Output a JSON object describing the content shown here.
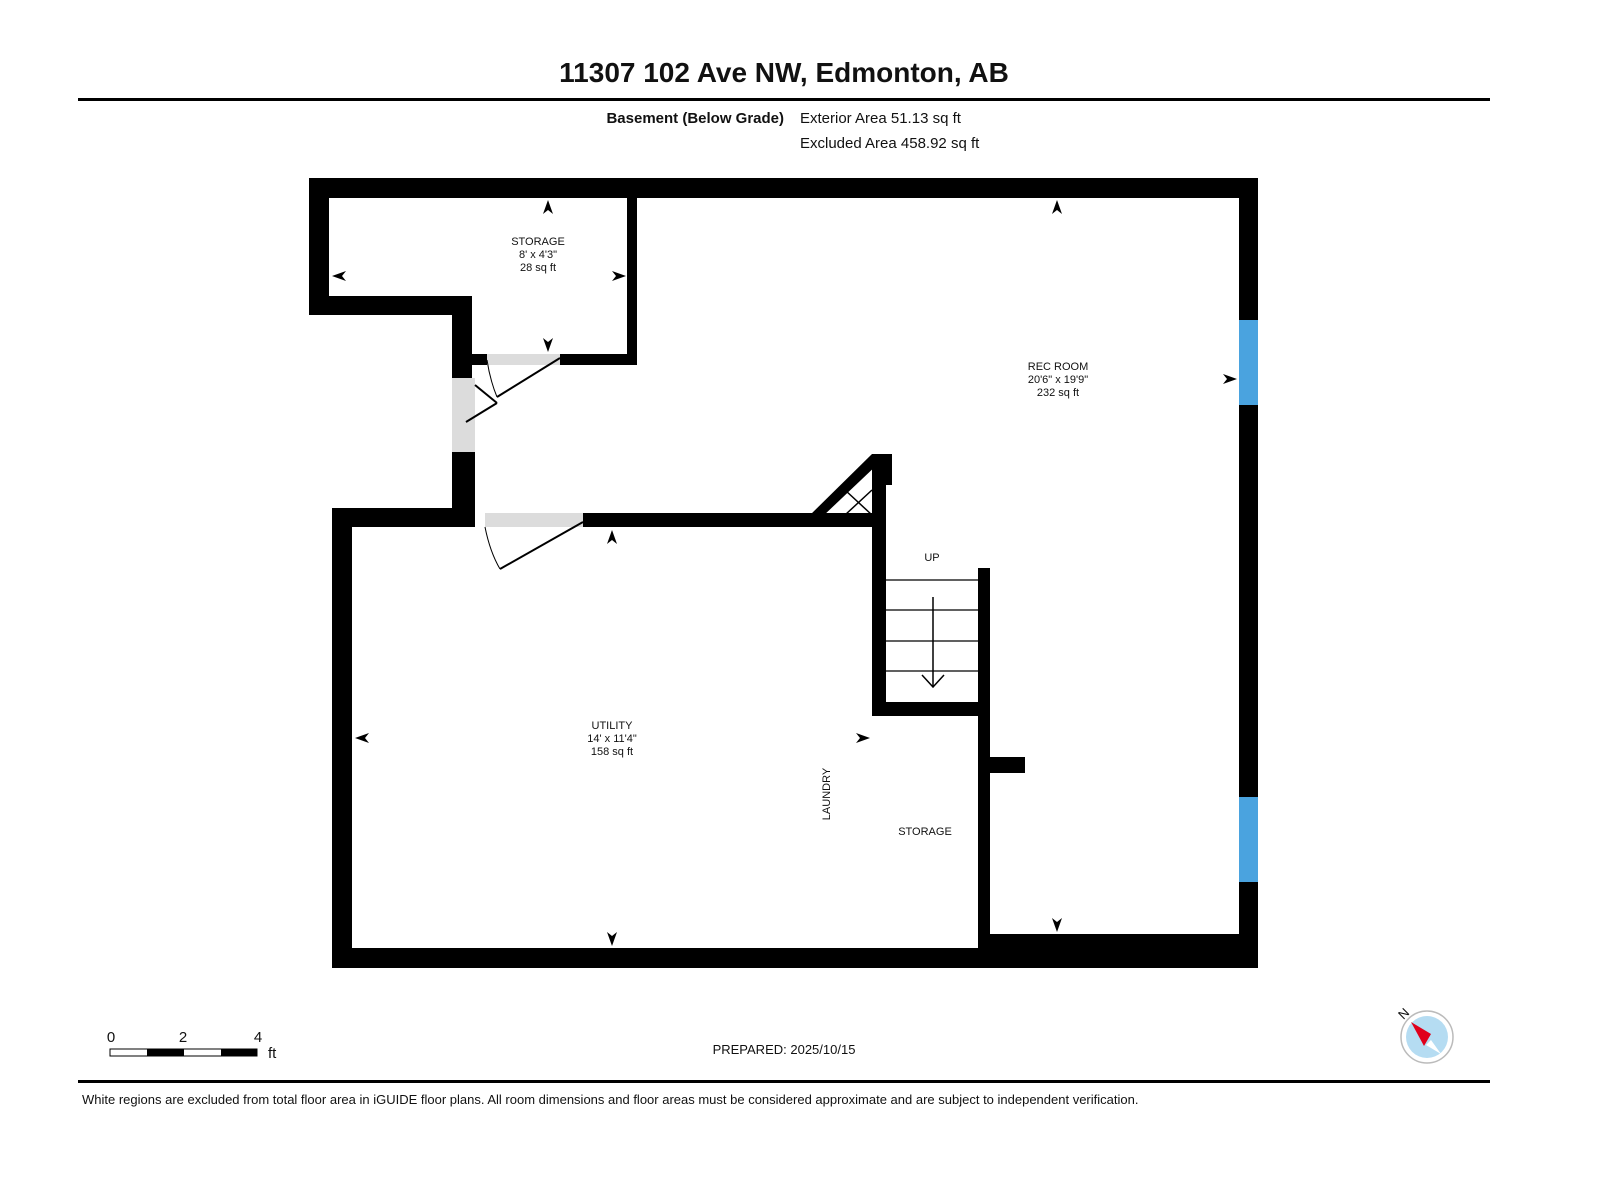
{
  "title": "11307 102 Ave NW, Edmonton, AB",
  "floor": {
    "name": "Basement (Below Grade)",
    "exterior_area": "Exterior Area 51.13 sq ft",
    "excluded_area": "Excluded Area 458.92 sq ft"
  },
  "rooms": {
    "storage1": {
      "name": "STORAGE",
      "dims": "8' x 4'3\"",
      "area": "28 sq ft"
    },
    "rec_room": {
      "name": "REC ROOM",
      "dims": "20'6\" x 19'9\"",
      "area": "232 sq ft"
    },
    "utility": {
      "name": "UTILITY",
      "dims": "14' x 11'4\"",
      "area": "158 sq ft"
    },
    "laundry": {
      "name": "LAUNDRY"
    },
    "storage2": {
      "name": "STORAGE"
    },
    "stairs": {
      "label": "UP"
    }
  },
  "scale": {
    "ticks": [
      "0",
      "2",
      "4"
    ],
    "unit": "ft"
  },
  "prepared": "PREPARED: 2025/10/15",
  "compass": {
    "label": "N"
  },
  "footer": "White regions are excluded from total floor area in iGUIDE floor plans. All room dimensions and floor areas must be considered approximate and are subject to independent verification.",
  "colors": {
    "wall": "#000000",
    "window": "#4aa3df",
    "door": "#dcdcdc",
    "compass_needle": "#e0001b"
  }
}
